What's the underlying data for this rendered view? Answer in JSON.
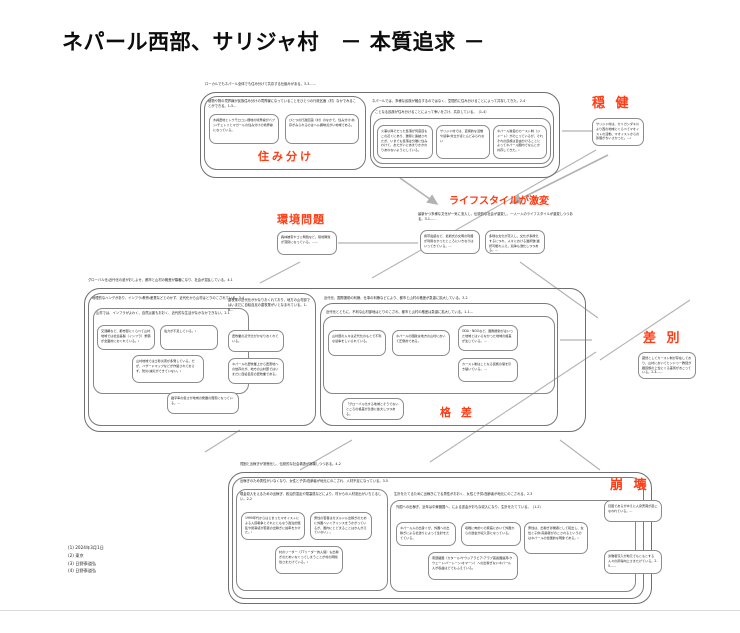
{
  "document": {
    "title": "ネパール西部、サリジャ村　－ 本質追求 －",
    "accent_color": "#ff3c14",
    "line_color": "#8d8d8d"
  },
  "labels": {
    "sumiwake": "住み分け",
    "onken": "穏 健",
    "lifestyle": "ライフスタイルが激変",
    "kankyo": "環境問題",
    "kakusa": "格 差",
    "sabetsu": "差 別",
    "houkai": "崩 壊"
  },
  "captions": {
    "top_outer": "ローカルでもネパール全体でも住み分けて共存する仕組みがある。3-3……",
    "top_left_group": "植物や物の境界線が民族住み分けの境界線になっていることをひとつの行政区画（村）なかでみることができる。1-5…",
    "top_right_group": "ネパールでは、多様な民族が融合するのではなく、空間的に住み分けることによって共存してきた。2-4",
    "top_right_sub": "ことなる民族が住み分けることによって争いをさけ、共存している。（1-4）",
    "lifestyle_caption": "最新かつ多様な文化が一気に流入し、伝統的な社会が激変し、一人一人のライフスタイルが激変しつつある。3-1……",
    "mid_outer": "グローバル化・近代化の波がおしよせ、都市と山村の格差が顕著になり、社会が混乱している。4-1",
    "mid_left_group": "地理的なハンデがあり、インフラ・教育・産業などとのかず、近代化から山村はとりのこされている。3-4",
    "mid_left_sub": "山村では、インフラがよわく、自然災害もおおく、近代的な生活がなかなかできない。2-1",
    "mid_mid_sub": "農牧業の近代化がかなりおくれており、地方の山村部ではいまだに自給自足の農牧業がいとなまれている。1-6…",
    "mid_right_group": "近代化、国際援助の利権、仕事の利権などにより、都市と山村の格差が急激に拡大している。3-2",
    "mid_right_sub": "近代化とともに、不利な山村部地はとりのこされ、都市と山村の格差は急激に拡大している。1-1…",
    "bottom_outer": "貧困と出稼ぎが常態化し、伝統的な社会構造が崩壊しつつある。4-2",
    "bottom_group": "出稼ぎのため男性がいなくなり、女性と子供・高齢者が地元にのこされ、人材不足になっている。3-5",
    "bottom_left_sub": "現金収入をえるための出稼ぎ、政治的混乱や閉塞感などにより、村からの人材流出がいちじるしい。2-2",
    "bottom_right_sub": "生計をたてるために出稼ぎにでる男性がおおく、女性と子供・高齢者が地元にのこされる。2-3",
    "bottom_right_sub2": "外国への出稼ぎ、近年は中東諸国へ、による送金がおもな収入になり、生計をたてている。（1-2）"
  },
  "cards": {
    "top_left": [
      "木綿農地とトウモロコシ畑地の境界線がパプン・チェトリとマガールの住み分けの境界線になっている。",
      "ひとつの行政区画（村）のなかで、住み分け・共存がみられるのはヘル調味点がい地域である。"
    ],
    "top_right": [
      "火事以降そだった集落が何度目もこの近くにあり、難易に連結されたが、いまでも集落は分離に住みわけて、おたがいにあまりかかわりあわないようにしている。",
      "サリジャ村では、直接的な活動や競争・対立がほとんどみられない",
      "ネパール独自のカースト制（ジャート）がのこっているが、それぞれの民族は自由分けることによってネパール国内でなんとか共存してきた。・"
    ],
    "onken": [
      "サリジャ村は、カリガンダキ川より西の地域にくらべてマオイストの活動、マオイストからの影響がちいさかった。…・"
    ],
    "kankyo": [
      "森林被害やゴミ問題など、環境問題が深刻になっている。……"
    ],
    "lifestyle": [
      "携帯電話など、最新式の文明の利器が利用なかったところにいきなりはいってきている。…",
      "多様な文化が流入し、文化が多様化するにつれ、人々における選択肢・選択可能れふえ、競争も激化しつつある。…"
    ],
    "mid_left": [
      "交通網など、都市部にくらべて山村地域では社会基盤（インフラ）整備が全面的におくれている。・",
      "電力が不足している。・",
      "山村地域では土砂災害が多発している。だが、ハザードマップなどが作製されておらず、防災・減災ができていない。・",
      "識字率の低さが地域の発展の障害になっている。…"
    ],
    "mid_mid": [
      "農牧業の近代化がかなりおくれている。",
      "ネパールの農牧業上から農畜地への依存のが、地方の山村部ではいまだに自給自足の農牧業である。",
      "「グローバル化する地域とそうでないところの格差が急激に拡大しつつある。"
    ],
    "mid_right": [
      "山村部の人々は近代化のもとで不利な競争をしいられている。",
      "ネパールの国政は地方の山村において圧倒的である。",
      "ODA・NGOなど、国際援助がはいった地域とはいらなかった地域の格差が生じている。…",
      "カースト制はことなる民族の間を引き裂いている。…"
    ],
    "sabetsu": [
      "厳然としてカースト制が存在しており、山村においてヒンドゥー教徒が護民族の上位にくる差別がおこっている。2-3……"
    ],
    "bottom_left": [
      "1990年代からはじまったマオイストによる人民戦争とそれにともなう政治的混乱や閉塞感が若者の出稼ぎに拍車をかけた。・",
      "男性の若者はガズルドル出稼ぎのために外国へいくチャンスをうかがっているが、国内にとどまることはかんがえていない」。",
      "村のリーダー（77リーダー的人間）も出稼ぎのためいなくってしまうことが村の問題性さまたげている。・"
    ],
    "bottom_right": [
      "ネパール人の出身くが、外国への出稼ぎによる社送りによって生計をたてている。",
      "収穫に肉的くの家庭において外国からの送金が収入源になっている。",
      "南部諸国（カタール・サウジアラビア・アラブ首長国連邦・クウェート・バーレーン・オマーン）への出稼ぎないネパール人が収益はどでもふえている。",
      "男性は、出稼ぎ労働者として転出し、女性と子供・高齢者がのこされるというのはネパールの全国的な現象である。・"
    ],
    "houkai": [
      "貧困であるがゆえに人身売買が起こなわれている。…",
      "労働者流入が地元でもともとする人々の所得向上さまたげている。2-5……"
    ]
  },
  "footnotes": [
    "(1) 2024年3月1日",
    "(2) 東京",
    "(3) 日野泰道弘",
    "(4) 日野泰道弘"
  ]
}
